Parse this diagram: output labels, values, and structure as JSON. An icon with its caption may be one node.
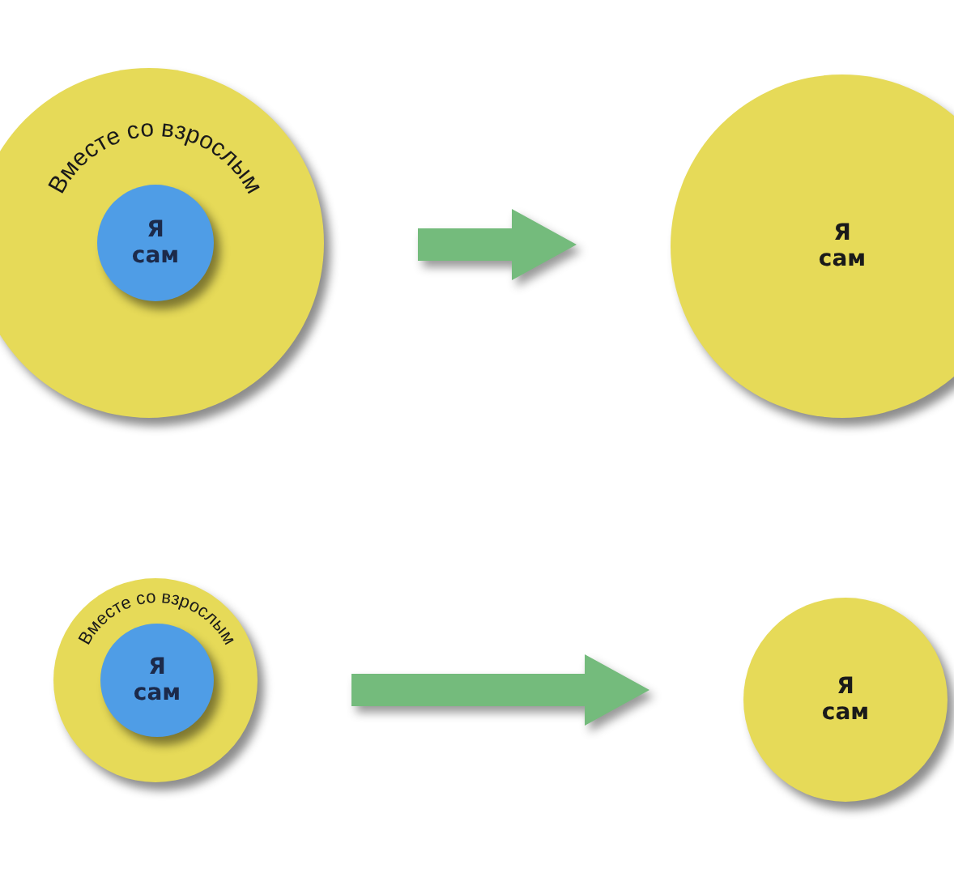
{
  "diagram": {
    "nodes": [
      {
        "text": [
          "Вместе со взрослым"
        ]
      },
      {
        "text": [
          "Я сам"
        ],
        "in": 0
      },
      {
        "text": [
          "Я сам"
        ]
      },
      {
        "text": [
          "Вместе со взрослым"
        ]
      },
      {
        "text": [
          "Я сам"
        ],
        "in": 3
      },
      {
        "text": [
          "Я сам"
        ]
      }
    ],
    "edges": [
      {
        "from": 0,
        "to": 2,
        "arrow": "to"
      },
      {
        "from": 3,
        "to": 5,
        "arrow": "to"
      }
    ]
  }
}
